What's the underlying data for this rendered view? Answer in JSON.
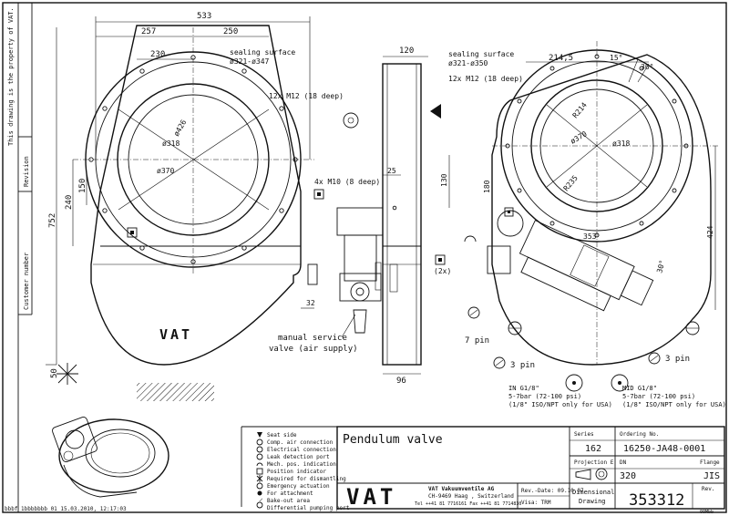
{
  "sidebar": {
    "property_note": "This drawing is the property of VAT.",
    "revision_label": "Revision",
    "customer_label": "Customer number",
    "footer_note": "bbbf 1bbbbbbb 01 15.03.2010, 12:17:03"
  },
  "front_view": {
    "dims": {
      "total_width": "533",
      "left_half": "257",
      "right_half": "250",
      "bore_offset": "230",
      "height": "752",
      "left_240": "240",
      "left_150": "150",
      "bottom_50": "50"
    },
    "labels": {
      "sealing_surface": "sealing surface",
      "sealing_dia": "ø321-ø347",
      "bolt_holes": "12x M12 (18 deep)",
      "dia_426": "ø426",
      "dia_318": "ø318",
      "dia_370": "ø370"
    }
  },
  "side_view": {
    "dims": {
      "width_120": "120",
      "d25": "25",
      "d130": "130",
      "d32": "32",
      "d96": "96"
    },
    "labels": {
      "m10_holes": "4x M10 (8 deep)",
      "qty_2x": "(2x)",
      "manual_service_1": "manual service",
      "manual_service_2": "valve (air supply)"
    }
  },
  "right_view": {
    "dims": {
      "d214": "214,5",
      "angle15": "15°",
      "angle30a": "30°",
      "angle30b": "30°",
      "d180": "180",
      "d424": "424",
      "d353": "353"
    },
    "labels": {
      "sealing_surface": "sealing surface",
      "sealing_dia": "ø321-ø350",
      "bolt_holes": "12x M12 (18 deep)",
      "r214": "R214",
      "r235": "R235",
      "dia_370": "ø370",
      "dia_318": "ø318",
      "pin7": "7 pin",
      "pin3a": "3 pin",
      "pin3b": "3 pin",
      "in_1": "IN G1/8\"",
      "in_2": "5-7bar (72-100 psi)",
      "in_3": "(1/8\" ISO/NPT only for USA)",
      "mid_1": "MID G1/8\"",
      "mid_2": "5-7bar (72-100 psi)",
      "mid_3": "(1/8\" ISO/NPT only for USA)"
    }
  },
  "legend": [
    "Seat side",
    "Comp. air connection",
    "Electrical connection",
    "Leak detection port",
    "Mech. pos. indication",
    "Position indicator",
    "Required for dismantling",
    "Emergency actuation",
    "For attachment",
    "Bake-out area",
    "Differential pumping port"
  ],
  "title_block": {
    "title": "Pendulum valve",
    "series_label": "Series",
    "series_value": "162",
    "ordering_label": "Ordering No.",
    "ordering_value": "16250-JA48-0001",
    "projection_label": "Projection E",
    "dn_label": "DN",
    "dn_value": "320",
    "flange_label": "Flange",
    "flange_value": "JIS",
    "company_name": "VAT Vakuumventile AG",
    "company_addr": "CH-9469 Haag , Switzerland",
    "company_tel": "Tel ++41 81 7716161 Fax ++41 81 7714830",
    "revdate_label": "Rev.-Date: 09.10.07",
    "visa_label": "Visa: TRM",
    "dim_drawing_1": "Dimensional",
    "dim_drawing_2": "Drawing",
    "drawing_no": "353312",
    "rev_label": "Rev."
  },
  "logo_text": "VAT",
  "corner_code": "00Mbb"
}
